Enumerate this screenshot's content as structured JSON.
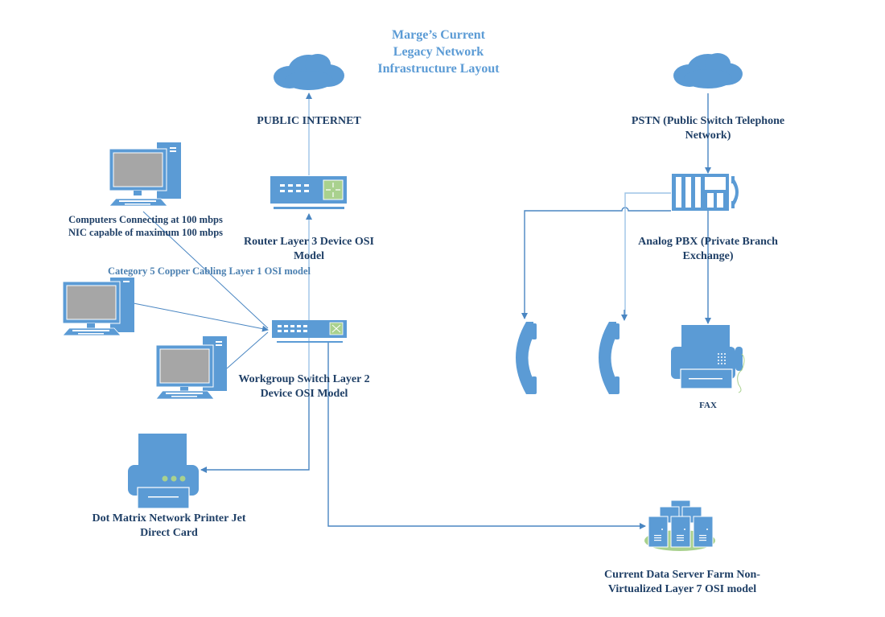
{
  "title": {
    "line1": "Marge’s Current",
    "line2": "Legacy Network",
    "line3": "Infrastructure Layout"
  },
  "colors": {
    "device_blue": "#5b9bd5",
    "accent_green": "#a9d18e",
    "label_navy": "#1f3f66",
    "line_blue": "#4a86c2",
    "line_light": "#9dc3e6"
  },
  "nodes": {
    "internet": {
      "icon": "cloud-icon",
      "label": "PUBLIC INTERNET"
    },
    "pstn": {
      "icon": "cloud-icon",
      "label_line1": "PSTN (Public Switch Telephone",
      "label_line2": "Network)"
    },
    "router": {
      "icon": "router-icon",
      "label_line1": "Router Layer 3 Device OSI",
      "label_line2": "Model"
    },
    "computers": {
      "icon": "desktop-computer-icon",
      "label_line1": "Computers Connecting at 100 mbps",
      "label_line2": "NIC capable of maximum 100 mbps"
    },
    "cabling": {
      "label": "Category 5 Copper Cabling Layer 1 OSI model"
    },
    "switch": {
      "icon": "switch-icon",
      "label_line1": "Workgroup Switch Layer 2",
      "label_line2": "Device OSI Model"
    },
    "printer": {
      "icon": "printer-icon",
      "label_line1": "Dot Matrix Network Printer Jet",
      "label_line2": "Direct Card"
    },
    "pbx": {
      "icon": "pbx-icon",
      "label_line1": "Analog PBX (Private Branch",
      "label_line2": "Exchange)"
    },
    "phone1": {
      "icon": "telephone-handset-icon"
    },
    "phone2": {
      "icon": "telephone-handset-icon"
    },
    "fax": {
      "icon": "fax-machine-icon",
      "label": "FAX"
    },
    "server_farm": {
      "icon": "server-farm-icon",
      "label_line1": "Current Data Server Farm Non-",
      "label_line2": "Virtualized Layer 7 OSI model"
    }
  }
}
